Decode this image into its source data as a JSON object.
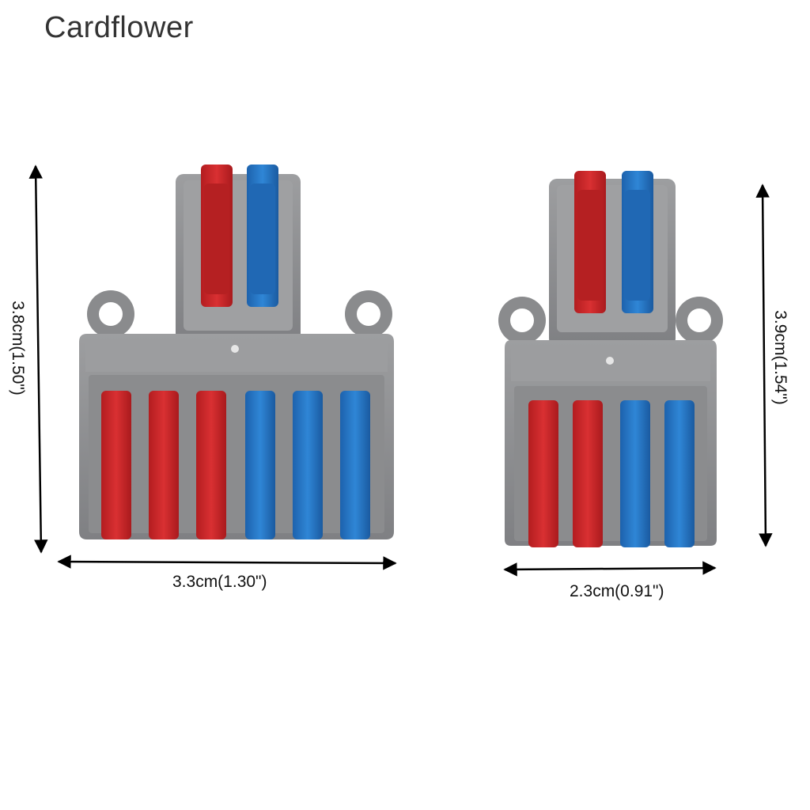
{
  "brand": {
    "name": "Cardflower"
  },
  "dimensions": {
    "large_height": "3.8cm(1.50\")",
    "large_width": "3.3cm(1.30\")",
    "small_height": "3.9cm(1.54\")",
    "small_width": "2.3cm(0.91\")"
  },
  "colors": {
    "housing_gray": "#8e8f91",
    "lever_red": "#d1282b",
    "lever_blue": "#2878c9",
    "arrow_black": "#000000"
  },
  "products": [
    {
      "name": "large-connector",
      "input_levers": [
        "red",
        "blue"
      ],
      "output_levers": [
        "red",
        "red",
        "red",
        "blue",
        "blue",
        "blue"
      ]
    },
    {
      "name": "small-connector",
      "input_levers": [
        "red",
        "blue"
      ],
      "output_levers": [
        "red",
        "red",
        "blue",
        "blue"
      ]
    }
  ]
}
